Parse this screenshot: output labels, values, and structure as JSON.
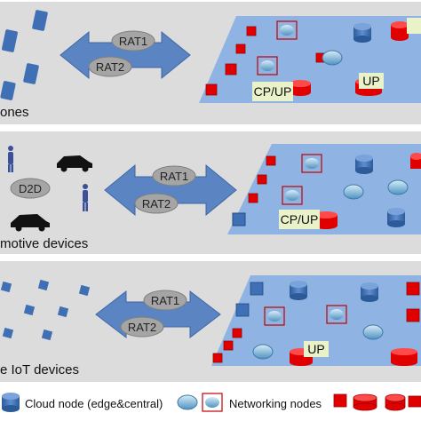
{
  "panels": [
    {
      "label": "ones",
      "rat1": "RAT1",
      "rat2": "RAT2",
      "tags": [
        "CP/UP",
        "UP"
      ]
    },
    {
      "label": "motive devices",
      "rat1": "RAT1",
      "rat2": "RAT2",
      "d2d": "D2D",
      "tags": [
        "CP/UP"
      ]
    },
    {
      "label": "e IoT devices",
      "rat1": "RAT1",
      "rat2": "RAT2",
      "tags": [
        "UP"
      ]
    }
  ],
  "legend": {
    "cloud_node": "Cloud node (edge&central)",
    "networking_nodes": "Networking nodes"
  },
  "colors": {
    "panel_bg": "#dcdcdc",
    "plane": "#8fb4e3",
    "arrow": "#5b84c2",
    "cloud": "#a5a5a5",
    "node_red": "#ff0000",
    "cylinder": "#3f6fb4",
    "tag_bg": "#e9f2c8"
  },
  "icons": [
    "smartphone-icon",
    "car-icon",
    "person-icon",
    "iot-device-icon",
    "router-icon",
    "database-cylinder-icon",
    "red-cube-icon",
    "red-cylinder-icon"
  ]
}
